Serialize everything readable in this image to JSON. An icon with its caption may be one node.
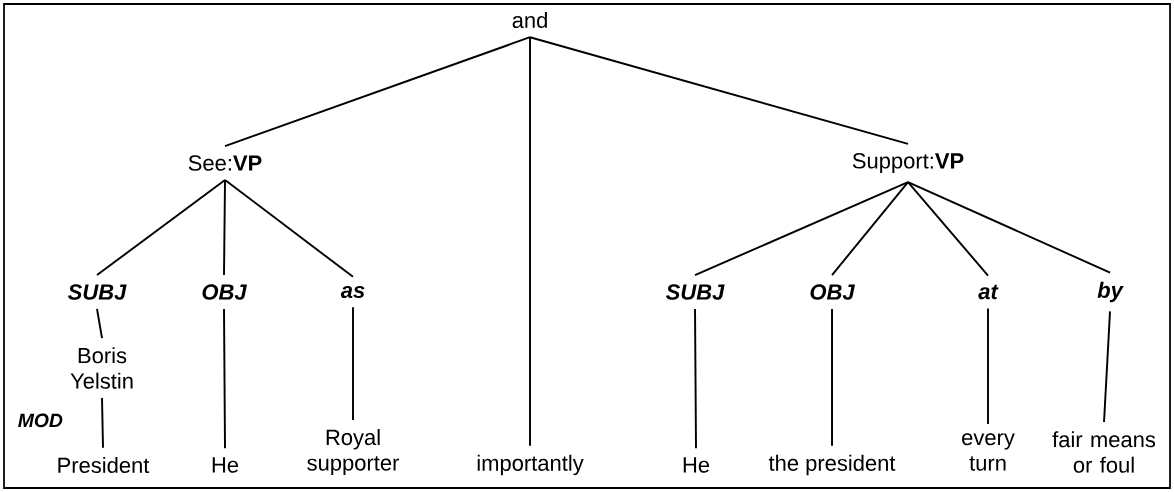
{
  "diagram": {
    "nodes": [
      {
        "text": [
          "and"
        ]
      },
      {
        "text": [
          "See:**VP**"
        ]
      },
      {
        "text": [
          "importantly"
        ]
      },
      {
        "text": [
          "Support:**VP**"
        ]
      },
      {
        "text": [
          "SUBJ"
        ]
      },
      {
        "text": [
          "OBJ"
        ]
      },
      {
        "text": [
          "as"
        ]
      },
      {
        "text": [
          "Boris Yelstin"
        ]
      },
      {
        "text": [
          "President"
        ]
      },
      {
        "text": [
          "He"
        ]
      },
      {
        "text": [
          "Royal supporter"
        ]
      },
      {
        "text": [
          "SUBJ"
        ]
      },
      {
        "text": [
          "OBJ"
        ]
      },
      {
        "text": [
          "at"
        ]
      },
      {
        "text": [
          "by"
        ]
      },
      {
        "text": [
          "He"
        ]
      },
      {
        "text": [
          "the president"
        ]
      },
      {
        "text": [
          "every turn"
        ]
      },
      {
        "text": [
          "fair means or foul"
        ]
      }
    ],
    "edges": [
      {
        "from": 0,
        "to": 1,
        "arrow": "none"
      },
      {
        "from": 0,
        "to": 2,
        "arrow": "none"
      },
      {
        "from": 0,
        "to": 3,
        "arrow": "none"
      },
      {
        "from": 1,
        "to": 4,
        "arrow": "none"
      },
      {
        "from": 1,
        "to": 5,
        "arrow": "none"
      },
      {
        "from": 1,
        "to": 6,
        "arrow": "none"
      },
      {
        "from": 4,
        "to": 7,
        "arrow": "none"
      },
      {
        "from": 7,
        "to": 8,
        "arrow": "none",
        "label": "MOD"
      },
      {
        "from": 5,
        "to": 9,
        "arrow": "none"
      },
      {
        "from": 6,
        "to": 10,
        "arrow": "none"
      },
      {
        "from": 3,
        "to": 11,
        "arrow": "none"
      },
      {
        "from": 3,
        "to": 12,
        "arrow": "none"
      },
      {
        "from": 3,
        "to": 13,
        "arrow": "none"
      },
      {
        "from": 3,
        "to": 14,
        "arrow": "none"
      },
      {
        "from": 11,
        "to": 15,
        "arrow": "none"
      },
      {
        "from": 12,
        "to": 16,
        "arrow": "none"
      },
      {
        "from": 13,
        "to": 17,
        "arrow": "none"
      },
      {
        "from": 14,
        "to": 18,
        "arrow": "none"
      }
    ]
  }
}
